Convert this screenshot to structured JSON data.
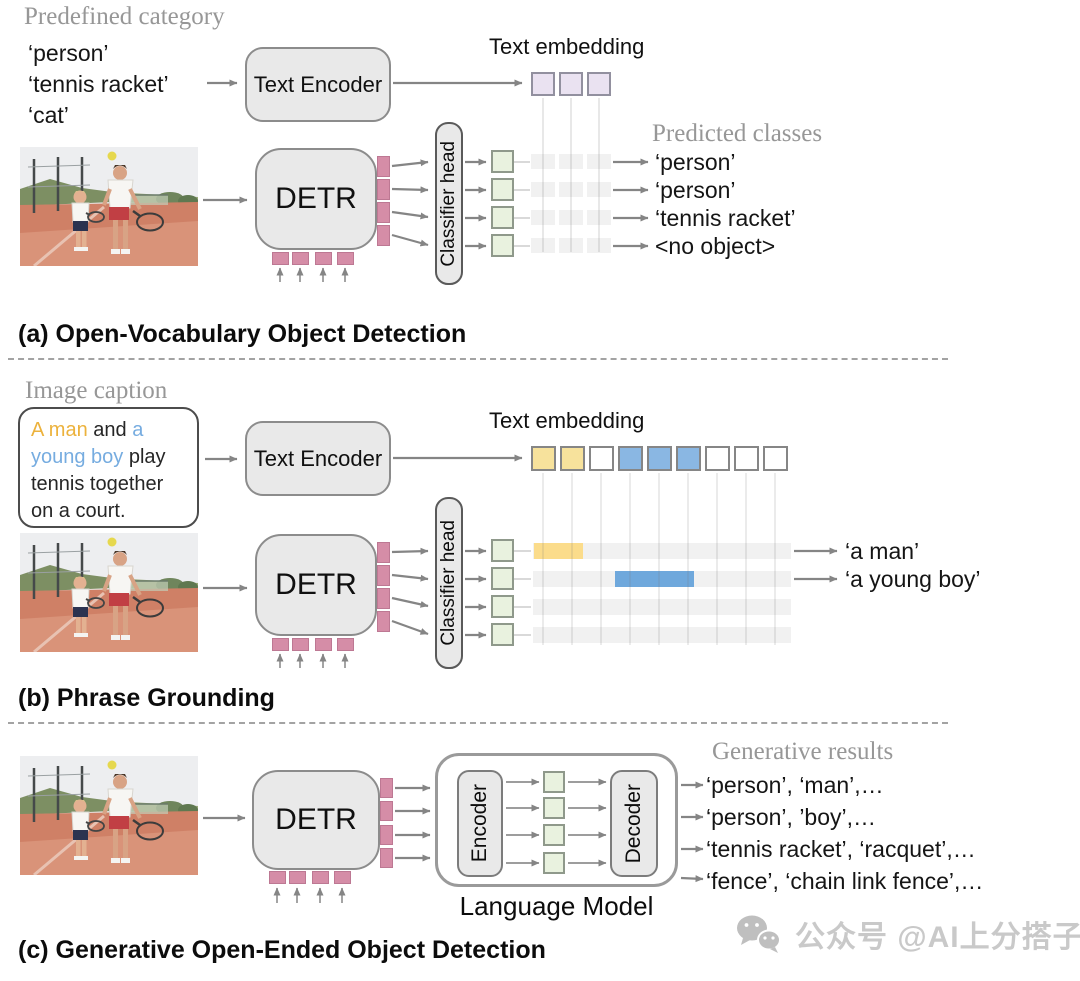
{
  "colors": {
    "box_fill": "#e9e9e9",
    "box_border": "#8c8c8c",
    "token_pink": "#d58da7",
    "query_green": "#e9f2df",
    "embedding_lavender": "#eae2f1",
    "embedding_yellow": "#f7e29c",
    "embedding_blue": "#8ab7e3",
    "highlight_yellow": "#fbdc8b",
    "highlight_blue": "#6fa8dc",
    "matrix_gray": "#f1f1f1",
    "arrow_gray": "#858585",
    "label_gray": "#979797",
    "caption_man_orange": "#ecb23c",
    "caption_boy_blue": "#76ace0"
  },
  "photo": {
    "alt": "man and young boy with tennis rackets on a court"
  },
  "sections": {
    "a": {
      "title": "(a) Open-Vocabulary Object Detection",
      "input_label": "Predefined category",
      "categories": [
        "‘person’",
        "‘tennis racket’",
        "‘cat’"
      ],
      "text_encoder_label": "Text Encoder",
      "embedding_label": "Text embedding",
      "detr_label": "DETR",
      "classifier_label": "Classifier head",
      "embedding_cells": [
        "lavender",
        "lavender",
        "lavender"
      ],
      "output_label": "Predicted classes",
      "outputs": [
        "‘person’",
        "‘person’",
        "‘tennis racket’",
        "<no object>"
      ]
    },
    "b": {
      "title": "(b) Phrase Grounding",
      "input_label": "Image caption",
      "caption_parts": [
        {
          "text": "A man",
          "color": "orange"
        },
        {
          "text": " and ",
          "color": "black"
        },
        {
          "text": "a young boy",
          "color": "blue"
        },
        {
          "text": " play tennis together on a court.",
          "color": "black"
        }
      ],
      "text_encoder_label": "Text Encoder",
      "embedding_label": "Text embedding",
      "detr_label": "DETR",
      "classifier_label": "Classifier head",
      "embedding_cells": [
        "yellow",
        "yellow",
        "white",
        "blue",
        "blue",
        "blue",
        "white",
        "white",
        "white"
      ],
      "outputs": [
        "‘a man’",
        "‘a young boy’"
      ]
    },
    "c": {
      "title": "(c) Generative Open-Ended Object Detection",
      "detr_label": "DETR",
      "language_model_label": "Language Model",
      "encoder_label": "Encoder",
      "decoder_label": "Decoder",
      "output_label": "Generative results",
      "outputs": [
        "‘person’, ‘man’,…",
        "‘person’, ’boy’,…",
        "‘tennis racket’, ‘racquet’,…",
        "‘fence’, ‘chain link fence’,…"
      ]
    }
  },
  "watermark": {
    "icon": "wechat-icon",
    "text": "公众号 @AI上分搭子"
  }
}
